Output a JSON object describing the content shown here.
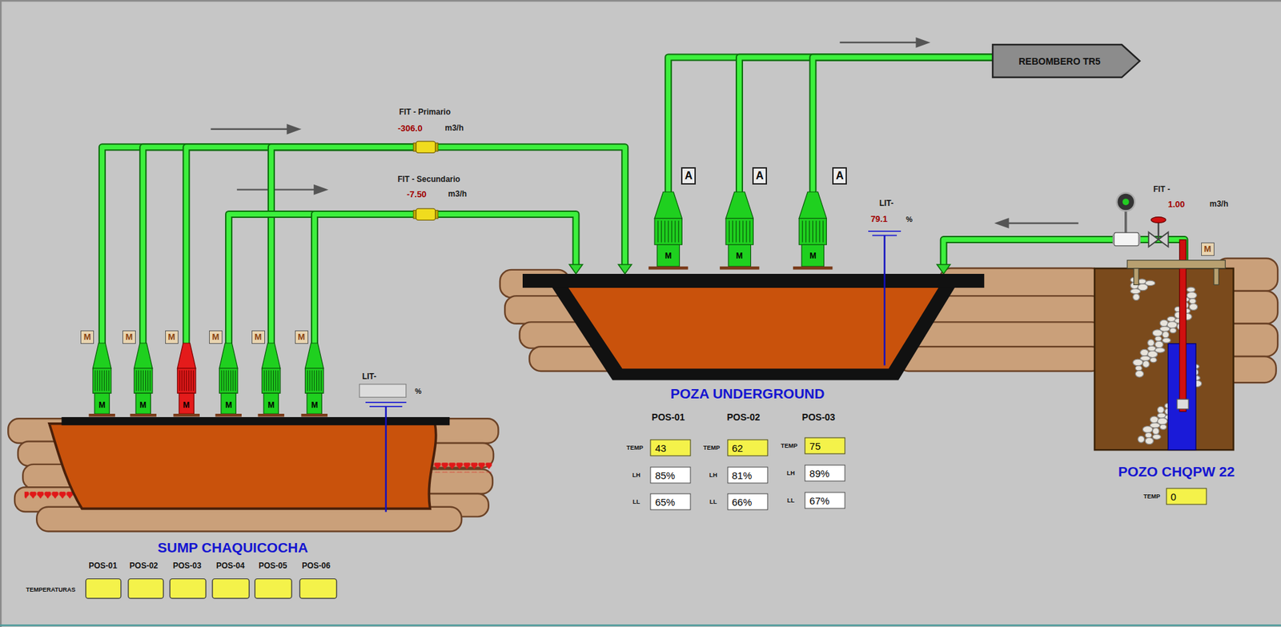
{
  "diagram": {
    "nodes": [
      {
        "text": [
          "SUMP CHAQUICOCHA"
        ]
      },
      {
        "text": [
          "M"
        ]
      },
      {
        "text": [
          "M"
        ]
      },
      {
        "text": [
          "M"
        ]
      },
      {
        "text": [
          "M"
        ]
      },
      {
        "text": [
          "M"
        ]
      },
      {
        "text": [
          "M"
        ]
      },
      {
        "text": [
          "POZA UNDERGROUND"
        ]
      },
      {
        "text": [
          "M"
        ]
      },
      {
        "text": [
          "M"
        ]
      },
      {
        "text": [
          "M"
        ]
      },
      {
        "text": [
          "REBOMBERO TR5"
        ]
      },
      {
        "text": [
          "POZO CHQPW 22"
        ]
      },
      {
        "text": [
          "FIT - Primario",
          "-306.0",
          "m3/h"
        ]
      },
      {
        "text": [
          "FIT - Secundario",
          "-7.50",
          "m3/h"
        ]
      },
      {
        "text": [
          "FIT -",
          "1.00",
          "m3/h"
        ]
      }
    ],
    "edges": [
      {
        "from": 1,
        "to": 13,
        "arrow": "none"
      },
      {
        "from": 2,
        "to": 13,
        "arrow": "none"
      },
      {
        "from": 3,
        "to": 13,
        "arrow": "none"
      },
      {
        "from": 5,
        "to": 13,
        "arrow": "none"
      },
      {
        "from": 4,
        "to": 14,
        "arrow": "none"
      },
      {
        "from": 6,
        "to": 14,
        "arrow": "none"
      },
      {
        "from": 13,
        "to": 7,
        "arrow": "to"
      },
      {
        "from": 14,
        "to": 7,
        "arrow": "to"
      },
      {
        "from": 8,
        "to": 11,
        "arrow": "none"
      },
      {
        "from": 9,
        "to": 11,
        "arrow": "none"
      },
      {
        "from": 10,
        "to": 11,
        "arrow": "none"
      },
      {
        "from": 12,
        "to": 15,
        "arrow": "none"
      },
      {
        "from": 15,
        "to": 7,
        "arrow": "to"
      }
    ],
    "labels": [
      "M",
      "M",
      "M",
      "M",
      "M",
      "M",
      "LIT-",
      "%",
      "A",
      "A",
      "A",
      "LIT-",
      "79.1",
      "%",
      "M",
      "POS-01",
      "POS-02",
      "POS-03",
      "TEMP",
      "43",
      "TEMP",
      "62",
      "TEMP",
      "75",
      "LH",
      "85%",
      "LH",
      "81%",
      "LH",
      "89%",
      "LL",
      "65%",
      "LL",
      "66%",
      "LL",
      "67%",
      "POS-01",
      "POS-02",
      "POS-03",
      "POS-04",
      "POS-05",
      "POS-06",
      "TEMPERATURAS",
      "TEMP",
      "0"
    ]
  }
}
